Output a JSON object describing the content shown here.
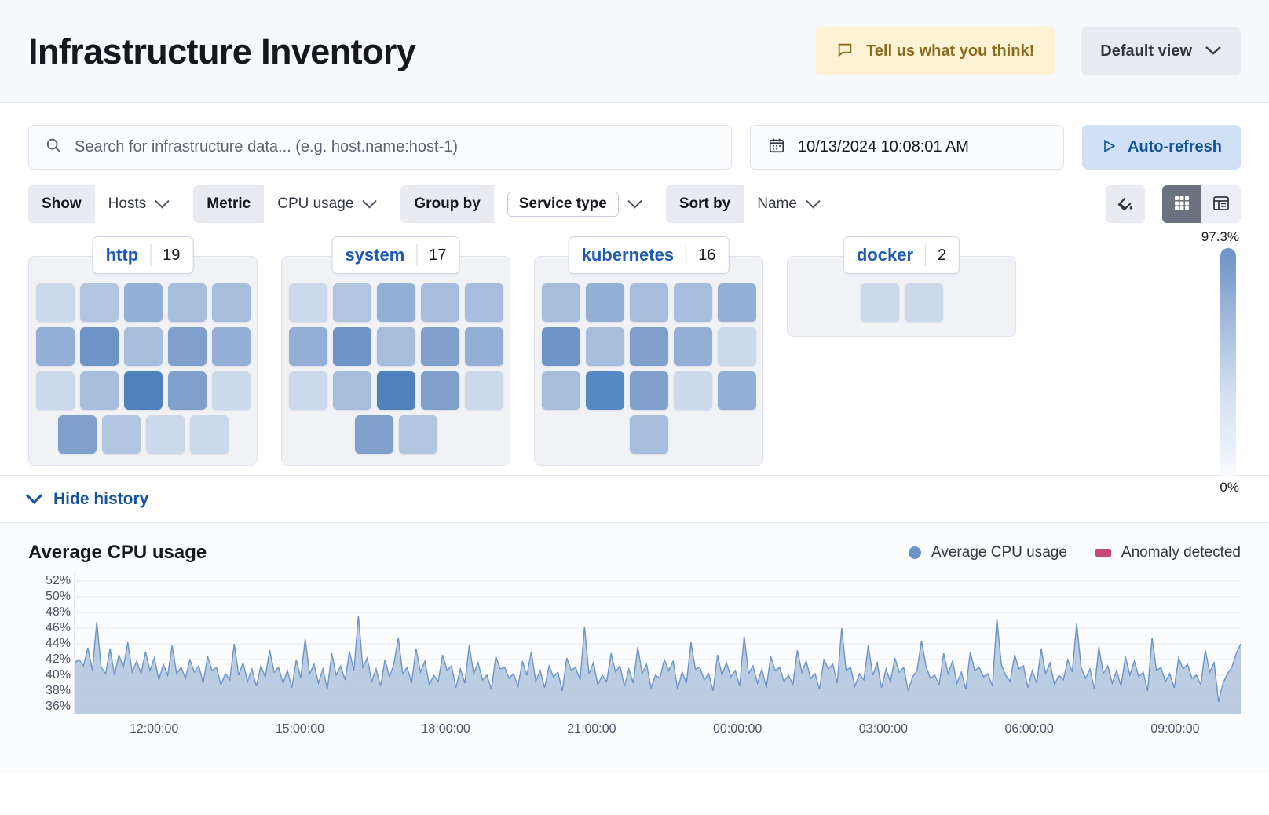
{
  "header": {
    "title": "Infrastructure Inventory",
    "feedback_label": "Tell us what you think!",
    "feedback_icon": "comment-icon",
    "view_label": "Default view",
    "view_icon": "chevron-down-icon"
  },
  "search": {
    "placeholder": "Search for infrastructure data... (e.g. host.name:host-1)",
    "icon": "search-icon",
    "date_value": "10/13/2024 10:08:01 AM",
    "date_icon": "calendar-icon",
    "refresh_label": "Auto-refresh",
    "refresh_icon": "play-icon"
  },
  "filters": [
    {
      "label": "Show",
      "value": "Hosts",
      "boxed": false
    },
    {
      "label": "Metric",
      "value": "CPU usage",
      "boxed": false
    },
    {
      "label": "Group by",
      "value": "Service type",
      "boxed": true
    },
    {
      "label": "Sort by",
      "value": "Name",
      "boxed": false
    }
  ],
  "tools": {
    "palette_icon": "color-fill-icon",
    "grid_view_icon": "grid-view-icon",
    "table_view_icon": "table-view-icon",
    "active_view": "grid"
  },
  "legend_scale": {
    "max": "97.3%",
    "min": "0%"
  },
  "groups": [
    {
      "name": "http",
      "count": "19",
      "rows": [
        [
          "#ccd9ea",
          "#b2c5e0",
          "#93afd5",
          "#a6bddd",
          "#a6bddd"
        ],
        [
          "#93afd5",
          "#6e93c6",
          "#a6bddd",
          "#7fa0cd",
          "#93afd5"
        ],
        [
          "#ccd9ea",
          "#a6bddd",
          "#4f81bd",
          "#7fa0cd",
          "#ccd9ea"
        ],
        [
          "#7fa0cd",
          "#b2c5e0",
          "#ccd9ea",
          "#ccd9ea"
        ]
      ]
    },
    {
      "name": "system",
      "count": "17",
      "rows": [
        [
          "#ccd9ea",
          "#b2c5e0",
          "#93afd5",
          "#a6bddd",
          "#a6bddd"
        ],
        [
          "#93afd5",
          "#6e93c6",
          "#a6bddd",
          "#7fa0cd",
          "#93afd5"
        ],
        [
          "#ccd9ea",
          "#a6bddd",
          "#4f81bd",
          "#7fa0cd",
          "#ccd9ea"
        ],
        [
          "#7fa0cd",
          "#b2c5e0"
        ]
      ]
    },
    {
      "name": "kubernetes",
      "count": "16",
      "rows": [
        [
          "#a6bddd",
          "#93afd5",
          "#a6bddd",
          "#a6bddd",
          "#93afd5"
        ],
        [
          "#6e93c6",
          "#a6bddd",
          "#7fa0cd",
          "#93afd5",
          "#ccd9ea"
        ],
        [
          "#a6bddd",
          "#5489c3",
          "#7fa0cd",
          "#ccd9ea",
          "#93afd5"
        ],
        [
          "#a6bddd"
        ]
      ]
    },
    {
      "name": "docker",
      "count": "2",
      "rows": [
        [
          "#ccd9ea",
          "#ccd9ea"
        ]
      ]
    }
  ],
  "history": {
    "toggle_label": "Hide history",
    "toggle_icon": "chevron-down-icon"
  },
  "chart_data": {
    "type": "area",
    "title": "Average CPU usage",
    "xlabel": "",
    "ylabel": "",
    "ylim": [
      35,
      53
    ],
    "yticks": [
      "52%",
      "50%",
      "48%",
      "46%",
      "44%",
      "42%",
      "40%",
      "38%",
      "36%"
    ],
    "ytick_values": [
      52,
      50,
      48,
      46,
      44,
      42,
      40,
      38,
      36
    ],
    "xticks": [
      "12:00:00",
      "15:00:00",
      "18:00:00",
      "21:00:00",
      "00:00:00",
      "03:00:00",
      "06:00:00",
      "09:00:00"
    ],
    "grid": true,
    "legend_position": "top-right",
    "legend": [
      {
        "name": "Average CPU usage",
        "color": "#6e93c6",
        "marker": "dot"
      },
      {
        "name": "Anomaly detected",
        "color": "#c4487a",
        "marker": "square"
      }
    ],
    "series": [
      {
        "name": "Average CPU usage",
        "color": "#6e93c6",
        "fill": "#aec4de",
        "values": [
          41.6,
          42.0,
          41.2,
          43.5,
          40.6,
          46.8,
          41.0,
          40.2,
          43.4,
          40.0,
          42.6,
          41.0,
          44.2,
          40.4,
          41.8,
          40.2,
          43.0,
          40.6,
          42.2,
          39.4,
          41.4,
          40.0,
          43.8,
          40.2,
          41.0,
          39.6,
          42.0,
          40.4,
          41.2,
          39.0,
          42.4,
          40.6,
          41.0,
          38.8,
          40.2,
          39.4,
          44.0,
          40.0,
          41.6,
          39.2,
          40.8,
          38.6,
          41.2,
          39.8,
          43.2,
          40.4,
          41.0,
          39.0,
          40.6,
          38.4,
          42.0,
          39.6,
          44.6,
          40.2,
          41.4,
          39.0,
          40.8,
          38.2,
          42.8,
          40.0,
          41.2,
          39.4,
          43.0,
          40.6,
          47.6,
          41.0,
          42.2,
          39.2,
          40.8,
          38.6,
          42.0,
          39.8,
          41.4,
          44.8,
          40.2,
          41.0,
          39.0,
          43.4,
          40.4,
          41.8,
          38.8,
          40.0,
          39.2,
          42.6,
          40.6,
          41.2,
          38.4,
          40.8,
          39.0,
          43.8,
          40.2,
          41.6,
          39.4,
          40.0,
          38.2,
          42.4,
          40.8,
          41.0,
          39.6,
          40.2,
          38.6,
          41.8,
          40.0,
          43.0,
          39.2,
          40.6,
          38.4,
          41.2,
          39.8,
          40.4,
          38.0,
          42.2,
          40.6,
          41.0,
          39.4,
          46.2,
          40.2,
          41.6,
          38.8,
          40.0,
          39.2,
          42.8,
          40.4,
          41.2,
          38.6,
          40.8,
          39.0,
          43.6,
          40.2,
          41.4,
          38.4,
          40.0,
          39.6,
          42.0,
          40.6,
          41.8,
          38.2,
          40.4,
          39.0,
          44.2,
          40.8,
          41.0,
          39.4,
          40.2,
          38.0,
          42.6,
          40.0,
          41.6,
          39.8,
          40.6,
          38.6,
          45.0,
          40.2,
          41.2,
          39.0,
          40.8,
          38.4,
          42.4,
          40.6,
          41.0,
          39.2,
          40.0,
          38.8,
          43.2,
          40.4,
          41.8,
          39.6,
          40.2,
          38.2,
          42.0,
          40.8,
          41.4,
          39.0,
          46.0,
          40.6,
          41.0,
          38.6,
          40.2,
          39.4,
          43.8,
          40.0,
          41.6,
          38.4,
          40.8,
          39.2,
          42.2,
          40.4,
          41.0,
          38.0,
          39.8,
          40.6,
          44.4,
          41.2,
          39.6,
          40.0,
          38.8,
          42.8,
          40.2,
          41.8,
          39.0,
          40.4,
          38.2,
          43.0,
          40.6,
          41.0,
          39.8,
          40.2,
          38.6,
          47.2,
          41.4,
          40.0,
          39.2,
          42.6,
          40.8,
          41.2,
          38.4,
          40.6,
          39.0,
          43.4,
          40.2,
          41.6,
          38.8,
          40.0,
          39.4,
          42.0,
          40.4,
          46.6,
          41.0,
          39.6,
          40.8,
          38.2,
          43.6,
          40.2,
          41.2,
          39.0,
          40.6,
          38.6,
          42.4,
          40.0,
          41.8,
          39.8,
          40.4,
          38.0,
          44.8,
          40.6,
          41.0,
          39.2,
          40.2,
          38.4,
          42.2,
          40.8,
          41.4,
          39.6,
          40.0,
          38.8,
          43.2,
          40.4,
          41.6,
          36.6,
          39.0,
          40.2,
          41.0,
          42.8,
          44.0
        ]
      }
    ]
  }
}
